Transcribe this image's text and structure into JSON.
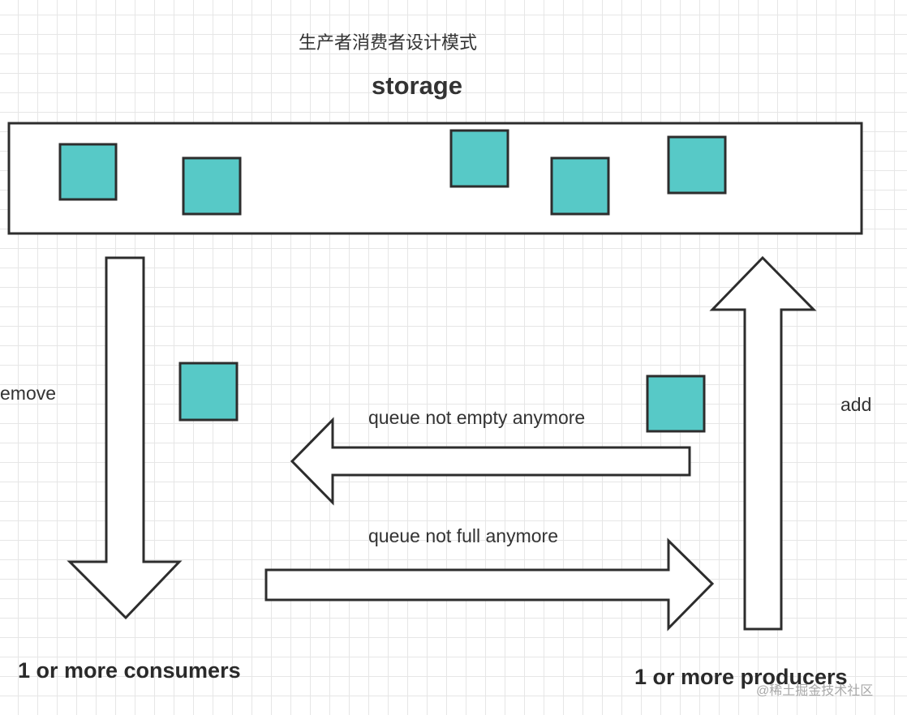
{
  "title": "生产者消费者设计模式",
  "storage_label": "storage",
  "labels": {
    "remove": "emove",
    "add": "add",
    "queue_not_empty": "queue not empty anymore",
    "queue_not_full": "queue not full anymore",
    "consumers": "1 or more consumers",
    "producers": "1 or more producers"
  },
  "watermark": "@稀土掘金技术社区",
  "colors": {
    "item_fill": "#57c9c7",
    "stroke": "#2d2d2d",
    "grid": "#e6e6e6",
    "background": "#ffffff"
  }
}
